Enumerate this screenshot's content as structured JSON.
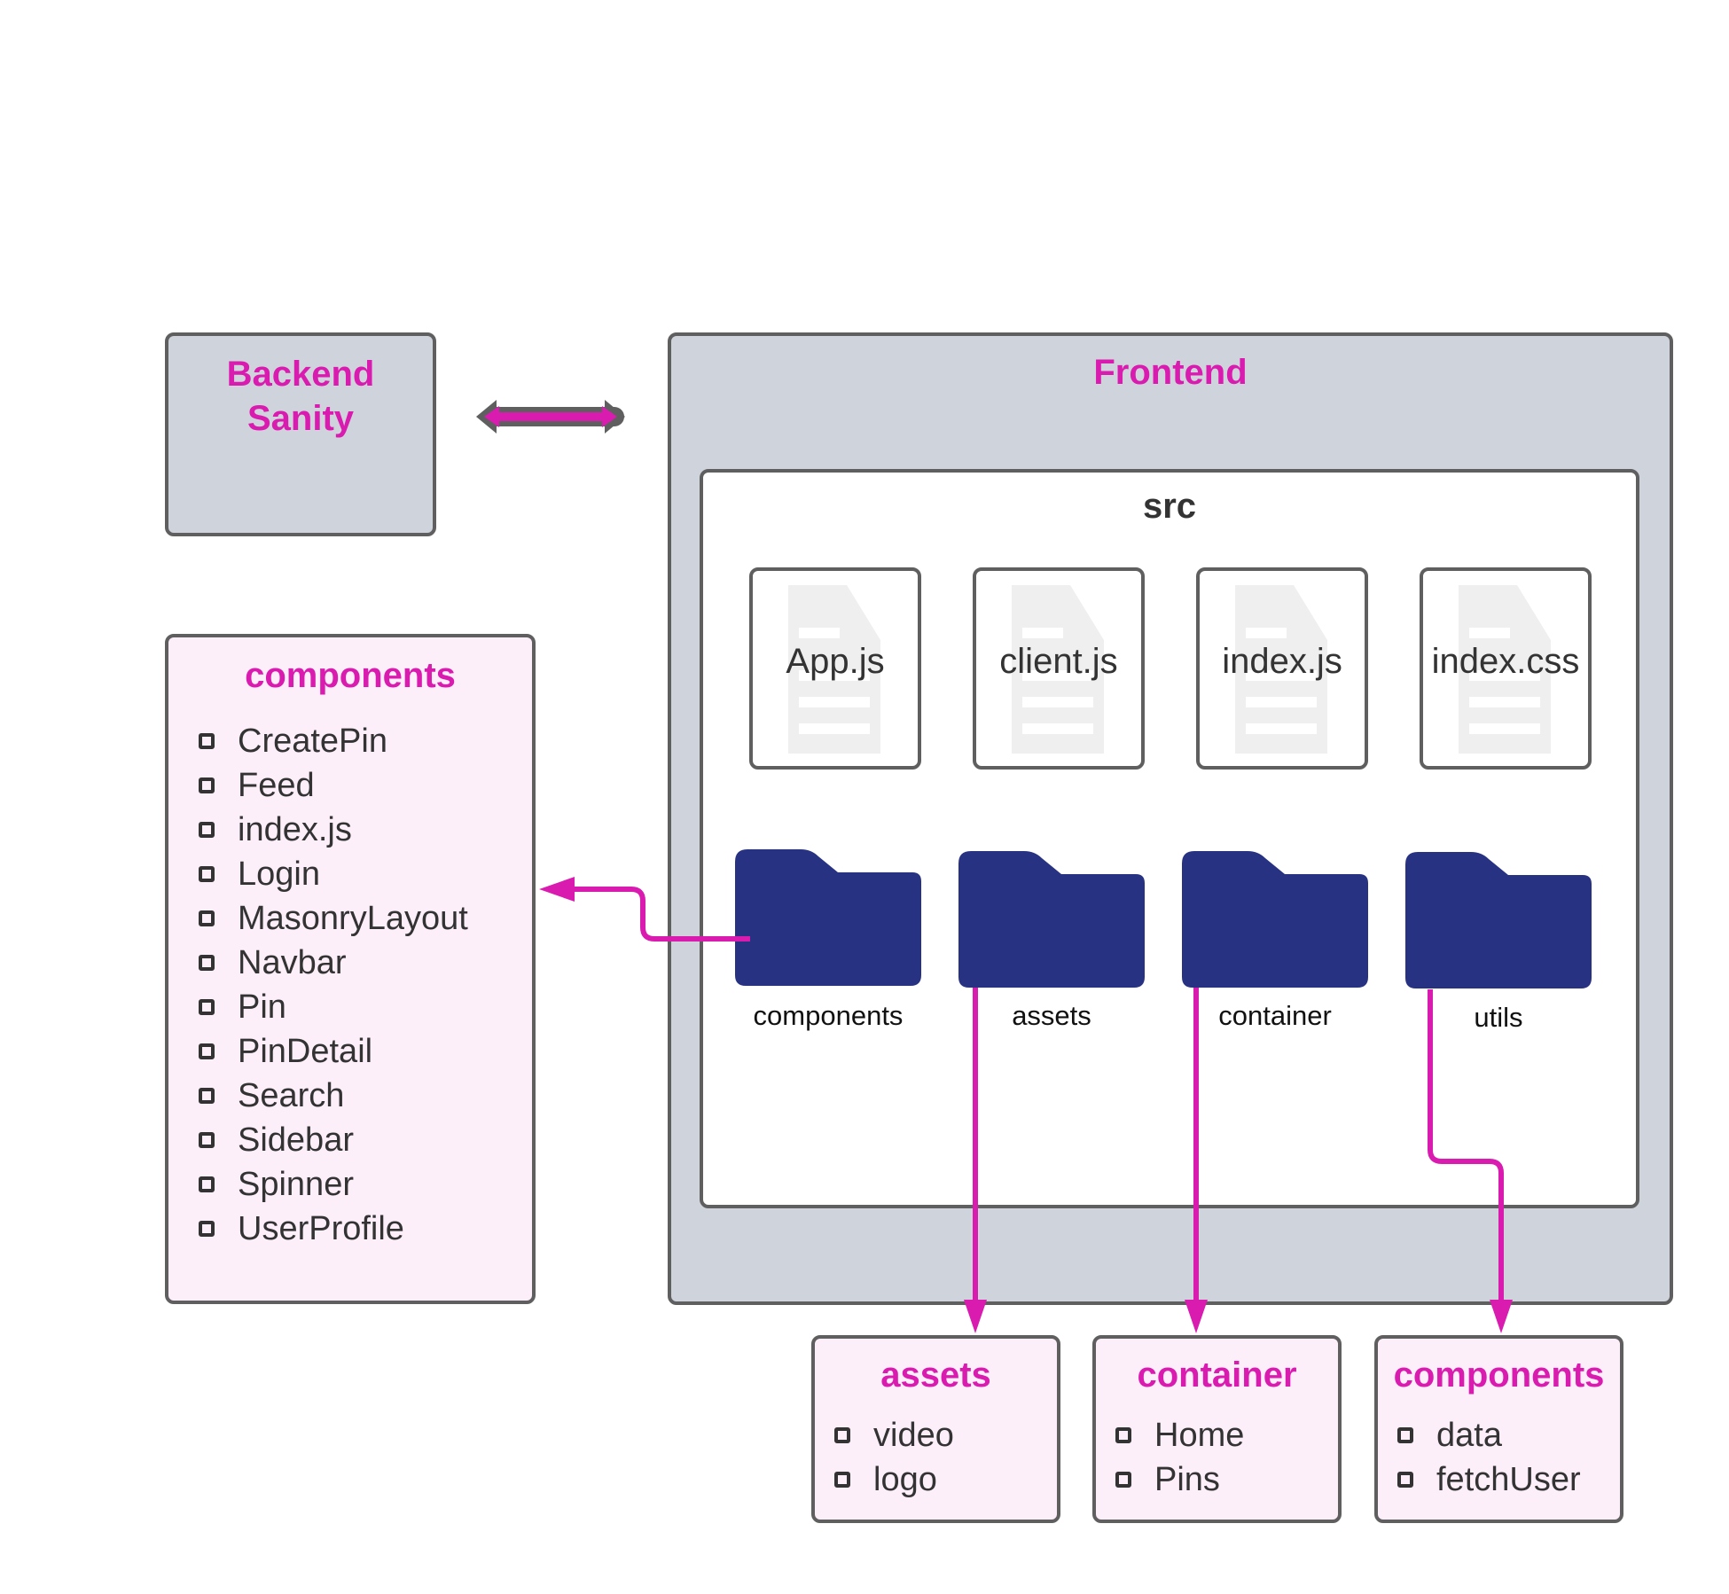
{
  "backend": {
    "title_line1": "Backend",
    "title_line2": "Sanity"
  },
  "frontend": {
    "title": "Frontend"
  },
  "src": {
    "title": "src",
    "files": [
      "App.js",
      "client.js",
      "index.js",
      "index.css"
    ],
    "folders": [
      "components",
      "assets",
      "container",
      "utils"
    ]
  },
  "components_panel": {
    "title": "components",
    "items": [
      "CreatePin",
      "Feed",
      "index.js",
      "Login",
      "MasonryLayout",
      "Navbar",
      "Pin",
      "PinDetail",
      "Search",
      "Sidebar",
      "Spinner",
      "UserProfile"
    ]
  },
  "assets_panel": {
    "title": "assets",
    "items": [
      "video",
      "logo"
    ]
  },
  "container_panel": {
    "title": "container",
    "items": [
      "Home",
      "Pins"
    ]
  },
  "utils_panel": {
    "title": "components",
    "items": [
      "data",
      "fetchUser"
    ]
  },
  "colors": {
    "accent": "#da1bb0",
    "folder": "#283282",
    "border": "#5f5f5f",
    "frame_fill": "#cfd4dc",
    "panel_fill": "#fdeffa"
  },
  "icons": {
    "file": "document-icon",
    "folder": "folder-icon",
    "bullet": "checkbox-icon"
  }
}
